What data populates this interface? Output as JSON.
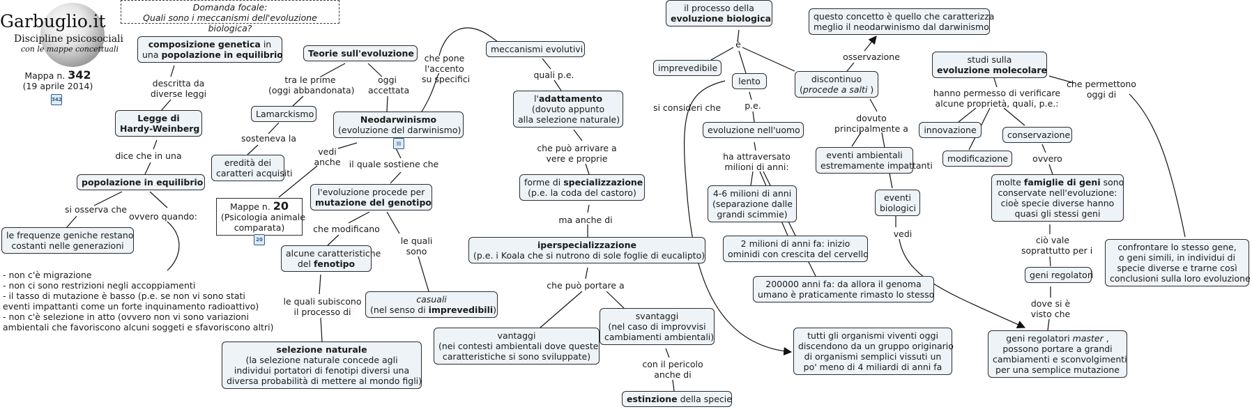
{
  "logo": {
    "title": "Garbuglio.it",
    "subtitle": "Discipline psicosociali",
    "tagline": "con le mappe concettuali",
    "map_label": "Mappa n.",
    "map_number": "342",
    "map_date": "(19 aprile 2014)"
  },
  "focal": {
    "line1": "Domanda focale:",
    "line2": "Quali sono i meccanismi dell'evoluzione biologica?"
  },
  "nodes": {
    "composizione": [
      "composizione genetica",
      " in",
      "una ",
      "popolazione in equilibrio"
    ],
    "hardy": [
      "Legge di",
      "Hardy-Weinberg"
    ],
    "popolazione": "popolazione in equilibrio",
    "frequenze": [
      "le frequenze geniche restano",
      "costanti nelle generazioni"
    ],
    "teorie": "Teorie sull'evoluzione",
    "lamarckismo": "Lamarckismo",
    "eredita": [
      "eredità dei",
      "caratteri acquisiti"
    ],
    "neodarwinismo": [
      "Neodarwinismo",
      "(evoluzione del darwinismo)"
    ],
    "mappe20": [
      "Mappe n. ",
      "20",
      "(Psicologia animale",
      "comparata)"
    ],
    "procede": [
      "l'evoluzione procede per",
      "mutazione del genotipo"
    ],
    "fenotipo": [
      "alcune caratteristiche",
      "del ",
      "fenotipo"
    ],
    "casuali": [
      "casuali",
      "(nel senso di ",
      "imprevedibili",
      ")"
    ],
    "selezione": [
      "selezione naturale",
      "(la selezione naturale concede agli",
      "individui portatori di fenotipi diversi una",
      "diversa probabilità di mettere al mondo figli)"
    ],
    "meccanismi": "meccanismi evolutivi",
    "adattamento": [
      "l'",
      "adattamento",
      "(dovuto appunto",
      "alla selezione naturale)"
    ],
    "forme": [
      "forme di ",
      "specializzazione",
      "(p.e. la coda del castoro)"
    ],
    "iper": [
      "iperspecializzazione",
      "(p.e. i Koala che si nutrono di sole foglie di eucalipto)"
    ],
    "vantaggi": [
      "vantaggi",
      "(nei contesti ambientali dove queste",
      "caratteristiche si sono sviluppate)"
    ],
    "svantaggi": [
      "svantaggi",
      "(nel caso di improvvisi",
      "cambiamenti ambientali)"
    ],
    "estinzione": [
      "estinzione",
      " della specie"
    ],
    "processo": [
      "il processo della",
      "evoluzione biologica"
    ],
    "imprevedibile": "imprevedibile",
    "lento": "lento",
    "discontinuo": [
      "discontinuo",
      "(",
      "procede a salti",
      " )"
    ],
    "concetto": [
      "questo concetto è quello che caratterizza",
      "meglio il neodarwinismo dal darwinismo"
    ],
    "uomo": "evoluzione nell'uomo",
    "ambientali": [
      "eventi ambientali",
      "estremamente impattanti"
    ],
    "biologici": [
      "eventi",
      "biologici"
    ],
    "m46": [
      "4-6 milioni di anni",
      "(separazione dalle",
      "grandi scimmie)"
    ],
    "m2": [
      "2 milioni di anni fa: inizio",
      "ominidi con crescita del cervello"
    ],
    "a200": [
      "200000 anni fa: da allora il genoma",
      "umano è praticamente rimasto lo stesso"
    ],
    "organismi": [
      "tutti gli organismi viventi oggi",
      "discendono da un gruppo originario",
      "di organismi semplici vissuti un",
      "po' meno di 4 miliardi di anni fa"
    ],
    "studi": [
      "studi sulla",
      "evoluzione molecolare"
    ],
    "innovazione": "innovazione",
    "modificazione": "modificazione",
    "conservazione": "conservazione",
    "famiglie": [
      "molte ",
      "famiglie di geni",
      " sono",
      "conservate nell'evoluzione:",
      "cioè specie diverse hanno",
      "quasi gli stessi geni"
    ],
    "regolatori": "geni regolatori",
    "master": [
      "geni regolatori ",
      "master",
      " ,",
      "possono portare a grandi",
      "cambiamenti e sconvolgimenti",
      "per una semplice mutazione"
    ],
    "confrontare": [
      "confrontare lo stesso gene,",
      "o geni simili, in individui di",
      "specie diverse e trarne così",
      "conclusioni sulla loro evoluzione"
    ]
  },
  "labels": {
    "descritta": [
      "descritta da",
      "diverse leggi"
    ],
    "dice": "dice che in una",
    "osserva": "si osserva che",
    "ovvero_quando": "ovvero quando:",
    "tra_le_prime": [
      "tra le prime",
      "(oggi abbandonata)"
    ],
    "oggi_accettata": [
      "oggi",
      "accettata"
    ],
    "sosteneva": "sosteneva la",
    "vedi_anche": [
      "vedi",
      "anche"
    ],
    "quale_sostiene": "il quale sostiene che",
    "che_pone": [
      "che pone",
      "l'accento",
      "su specifici"
    ],
    "che_modificano": "che modificano",
    "le_quali_sono": [
      "le quali",
      "sono"
    ],
    "subiscono": [
      "le quali subiscono",
      "il processo di"
    ],
    "quali_pe": "quali p.e.",
    "puo_arrivare": [
      "che può arrivare a",
      "vere e proprie"
    ],
    "ma_anche": "ma anche di",
    "puo_portare": "che può portare a",
    "pericolo": [
      "con il pericolo",
      "anche di"
    ],
    "e": "è",
    "pe2": "p.e.",
    "consideri": "si consideri che",
    "osservazione": "osservazione",
    "dovuto": [
      "dovuto",
      "principalmente a"
    ],
    "attraversato": [
      "ha attraversato",
      "milioni di anni:"
    ],
    "vedi": "vedi",
    "permesso": [
      "hanno permesso di verificare",
      "alcune proprietà, quali, p.e.:"
    ],
    "ovvero": "ovvero",
    "permettono": [
      "che permettono",
      "oggi di"
    ],
    "vale": [
      "ciò vale",
      "soprattutto per i"
    ],
    "dove": [
      "dove si è",
      "visto che"
    ]
  },
  "notes": "- non c'è migrazione\n- non ci sono restrizioni negli accoppiamenti\n- il tasso di mutazione è basso (p.e. se non vi sono stati\neventi impattanti come un forte inquinamento radioattivo)\n- non c'è selezione in atto (ovvero non vi sono variazioni\nambientali che favoriscono alcuni soggeti e sfavoriscono altri)"
}
